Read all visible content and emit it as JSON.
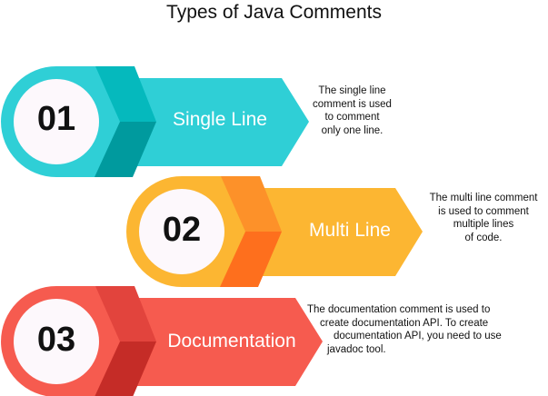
{
  "title": "Types of Java Comments",
  "items": [
    {
      "number": "01",
      "label": "Single Line",
      "desc": [
        "The single line",
        "comment  is used",
        "to  comment",
        "only one line."
      ],
      "colors": {
        "main": "#2fcfd6",
        "fold_top": "#05b9bd",
        "fold_bottom": "#009a9e"
      }
    },
    {
      "number": "02",
      "label": "Multi Line",
      "desc": [
        "The multi line comment",
        "is used to comment",
        "multiple lines",
        "of code."
      ],
      "colors": {
        "main": "#fcb632",
        "fold_top": "#fd9129",
        "fold_bottom": "#fe6f1d"
      }
    },
    {
      "number": "03",
      "label": "Documentation",
      "desc": [
        "The documentation comment is used to",
        "create documentation API. To create",
        "documentation API, you need to use",
        "javadoc tool."
      ],
      "colors": {
        "main": "#f65b4f",
        "fold_top": "#e2443d",
        "fold_bottom": "#c52c27"
      }
    }
  ]
}
